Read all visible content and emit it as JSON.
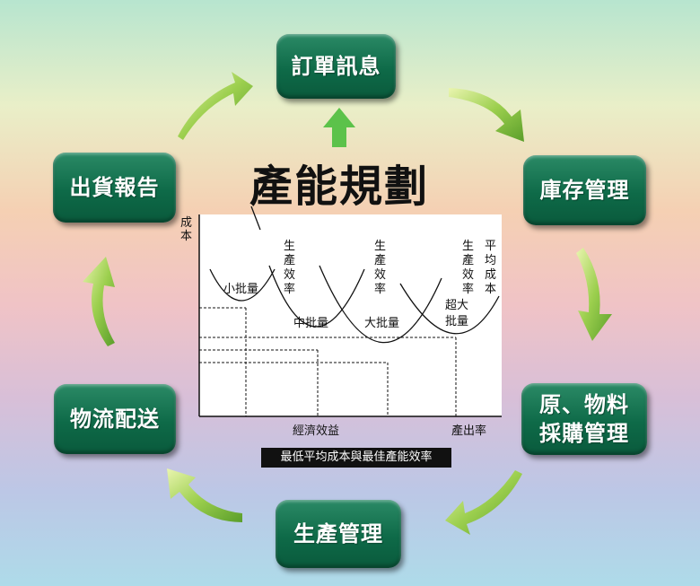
{
  "nodes": {
    "order": "訂單訊息",
    "inventory": "庫存管理",
    "purchasing_line1": "原、物料",
    "purchasing_line2": "採購管理",
    "production": "生產管理",
    "logistics": "物流配送",
    "shipment_report": "出貨報告"
  },
  "title": "產能規劃",
  "chart": {
    "y_axis_label": "成本",
    "x_axis_label_1": "經濟效益",
    "x_axis_label_2": "產出率",
    "curve_labels": [
      "生產效率",
      "生產效率",
      "生產效率",
      "平均成本"
    ],
    "batch_labels": {
      "small": "小批量",
      "medium": "中批量",
      "large": "大批量",
      "xlarge_line1": "超大",
      "xlarge_line2": "批量"
    }
  },
  "caption": "最低平均成本與最佳產能效率",
  "colors": {
    "node_fill": "#0e6a48",
    "arrow_fill": "#7cc242",
    "up_arrow": "#5cc24a"
  }
}
